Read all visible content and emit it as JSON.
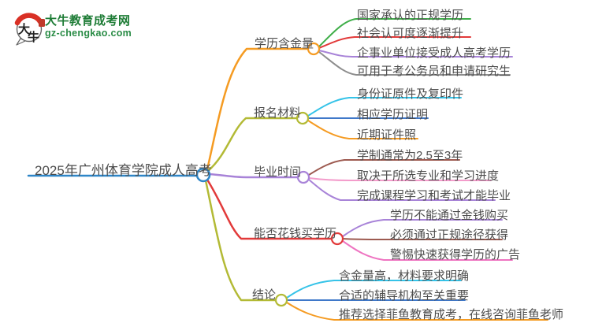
{
  "logo": {
    "title": "大牛教育成考网",
    "subtitle": "gz-chengkao.com",
    "icon_char_1": "大",
    "icon_char_2": "牛",
    "brand_color": "#1e7c36"
  },
  "mindmap": {
    "root": {
      "label": "2025年广州体育学院成人高考",
      "color": "#2e86c8"
    },
    "branches": [
      {
        "label": "学历含金量",
        "color": "#f59b22",
        "items": [
          {
            "text": "国家承认的正规学历",
            "color": "#3fae49"
          },
          {
            "text": "社会认可度逐渐提升",
            "color": "#e23a3a"
          },
          {
            "text": "企事业单位接受成人高考学历",
            "color": "#a883d8"
          },
          {
            "text": "可用于考公务员和申请研究生",
            "color": "#8d8d8d"
          }
        ]
      },
      {
        "label": "报名材料",
        "color": "#b3ba35",
        "items": [
          {
            "text": "身份证原件及复印件",
            "color": "#35c3e8"
          },
          {
            "text": "相应学历证明",
            "color": "#3f78c9"
          },
          {
            "text": "近期证件照",
            "color": "#f59b22"
          }
        ]
      },
      {
        "label": "毕业时间",
        "color": "#a883d8",
        "items": [
          {
            "text": "学制通常为2.5至3年",
            "color": "#9d5a50"
          },
          {
            "text": "取决于所选专业和学习进度",
            "color": "#f39ccb"
          },
          {
            "text": "完成课程学习和考试才能毕业",
            "color": "#a883d8"
          }
        ]
      },
      {
        "label": "能否花钱买学历",
        "color": "#e23a3a",
        "items": [
          {
            "text": "学历不能通过金钱购买",
            "color": "#a883d8"
          },
          {
            "text": "必须通过正规途径获得",
            "color": "#9d5a50"
          },
          {
            "text": "警惕快速获得学历的广告",
            "color": "#ee74c1"
          }
        ]
      },
      {
        "label": "结论",
        "color": "#b3ba35",
        "items": [
          {
            "text": "含金量高，材料要求明确",
            "color": "#35c3e8"
          },
          {
            "text": "合适的辅导机构至关重要",
            "color": "#3f78c9"
          },
          {
            "text": "推荐选择菲鱼教育成考，在线咨询菲鱼老师",
            "color": "#f59b22"
          }
        ]
      }
    ]
  }
}
